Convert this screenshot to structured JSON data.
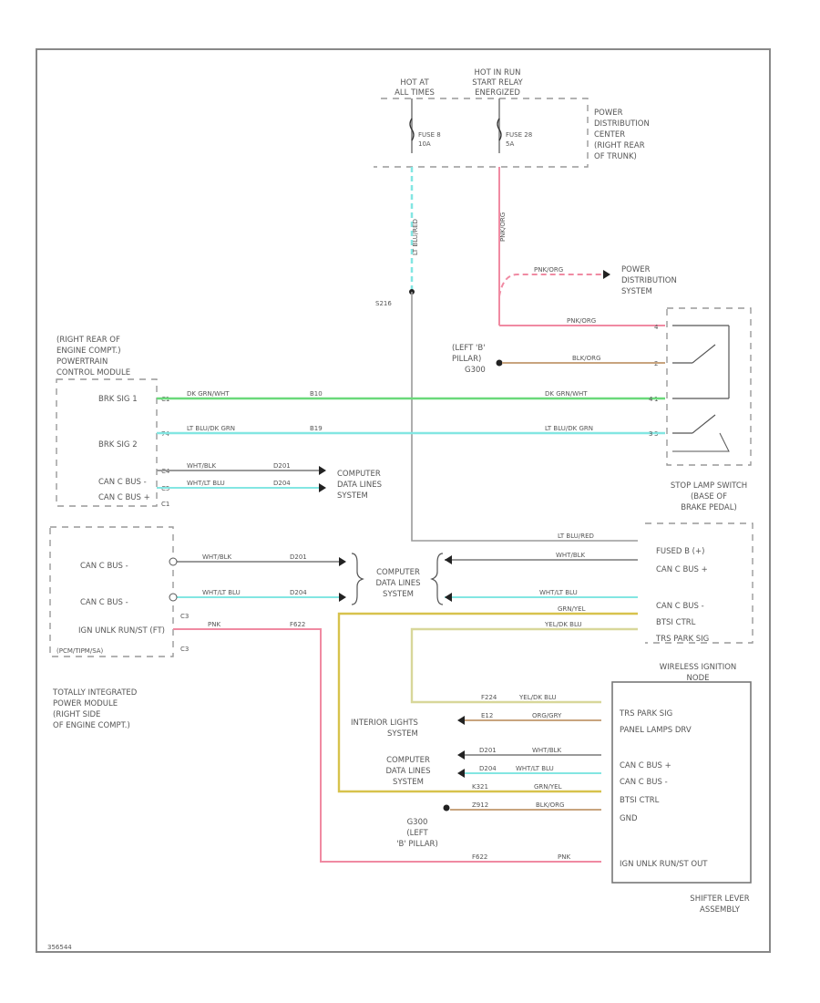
{
  "code": "356544",
  "top": {
    "hot_at_all_times": [
      "HOT AT",
      "ALL TIMES"
    ],
    "hot_in_run": [
      "HOT IN RUN",
      "START RELAY",
      "ENERGIZED"
    ],
    "fuse_a": [
      "FUSE 8",
      "10A"
    ],
    "fuse_b": [
      "FUSE 28",
      "5A"
    ],
    "pdc_label": [
      "POWER",
      "DISTRIBUTION",
      "CENTER",
      "(RIGHT REAR",
      "OF TRUNK)"
    ],
    "pds_label": [
      "POWER",
      "DISTRIBUTION",
      "SYSTEM"
    ],
    "splice": "S216",
    "wire_lt_blu": "LT BLU/RED",
    "wire_pnk_org_v": "PNK/ORG",
    "wire_pnk_org_branch": "PNK/ORG",
    "wire_pnk_org_h": "PNK/ORG"
  },
  "pcm": {
    "title": [
      "(RIGHT REAR OF",
      "ENGINE COMPT.)",
      "POWERTRAIN",
      "CONTROL MODULE"
    ],
    "pins": [
      {
        "label": "BRK SIG 1",
        "pin": "C1",
        "wire": "DK GRN/WHT",
        "code": "B10",
        "right_wire": "DK GRN/WHT",
        "sw_pin": "4"
      },
      {
        "label": "BRK SIG 2",
        "pin": "74",
        "wire": "LT BLU/DK GRN",
        "code": "B19",
        "right_wire": "LT BLU/DK GRN",
        "sw_pin": "3"
      },
      {
        "label": "CAN C BUS -",
        "pin": "C4",
        "wire": "WHT/BLK",
        "code": "D201"
      },
      {
        "label": "CAN C BUS +",
        "pin": "C5",
        "wire": "WHT/LT BLU",
        "code": "D204"
      }
    ],
    "conn_c1": "C1",
    "cds_label": [
      "COMPUTER",
      "DATA LINES",
      "SYSTEM"
    ]
  },
  "stop_lamp": {
    "ground_label": [
      "(LEFT 'B'",
      "PILLAR)",
      "G300"
    ],
    "ground_wire": "BLK/ORG",
    "title": [
      "STOP LAMP SWITCH",
      "(BASE OF",
      "BRAKE PEDAL)"
    ],
    "pins": [
      "4",
      "2",
      "1",
      "3"
    ]
  },
  "tipm": {
    "pins": [
      {
        "label": "CAN C BUS -",
        "pin": "C3",
        "wire": "WHT/BLK",
        "code": "D201"
      },
      {
        "label": "CAN C BUS -",
        "pin": "C3",
        "wire": "WHT/LT BLU",
        "code": "D204"
      },
      {
        "label": "IGN UNLK RUN/ST (FT)",
        "pin": "C3",
        "wire": "PNK",
        "code": "F622"
      }
    ],
    "conn": [
      "C3",
      "C3"
    ],
    "brand": "(PCM/TIPM/SA)",
    "title": [
      "TOTALLY INTEGRATED",
      "POWER MODULE",
      "(RIGHT SIDE",
      "OF ENGINE COMPT.)"
    ],
    "cds_label": [
      "COMPUTER",
      "DATA LINES",
      "SYSTEM"
    ]
  },
  "win": {
    "pins": [
      {
        "label": "FUSED B (+)",
        "wire": "LT BLU/RED"
      },
      {
        "label": "CAN C BUS +",
        "wire": "WHT/BLK"
      },
      {
        "label": "CAN C BUS -",
        "wire": "WHT/LT BLU"
      },
      {
        "label": "BTSI CTRL",
        "wire": "GRN/YEL"
      },
      {
        "label": "TRS PARK SIG",
        "wire": "YEL/DK BLU"
      }
    ],
    "title": [
      "WIRELESS IGNITION",
      "NODE"
    ]
  },
  "shifter": {
    "pins": [
      {
        "label": "TRS PARK SIG",
        "wire": "YEL/DK BLU",
        "code": "F224",
        "from": ""
      },
      {
        "label": "PANEL LAMPS DRV",
        "wire": "ORG/GRY",
        "code": "E12",
        "from": "INTERIOR LIGHTS SYSTEM"
      },
      {
        "label": "CAN C BUS +",
        "wire": "WHT/BLK",
        "code": "D201",
        "from": ""
      },
      {
        "label": "CAN C BUS -",
        "wire": "WHT/LT BLU",
        "code": "D204",
        "from": ""
      },
      {
        "label": "BTSI CTRL",
        "wire": "GRN/YEL",
        "code": "K321",
        "from": ""
      },
      {
        "label": "GND",
        "wire": "BLK/ORG",
        "code": "Z912",
        "from": ""
      },
      {
        "label": "IGN UNLK RUN/ST OUT",
        "wire": "PNK",
        "code": "F622",
        "from": ""
      }
    ],
    "interior_label": [
      "INTERIOR LIGHTS",
      "SYSTEM"
    ],
    "cds_label": [
      "COMPUTER",
      "DATA LINES",
      "SYSTEM"
    ],
    "ground_label": [
      "G300",
      "(LEFT",
      "'B' PILLAR)"
    ],
    "title": [
      "SHIFTER LEVER",
      "ASSEMBLY"
    ]
  },
  "colors": {
    "green": "#6ad97a",
    "cyan": "#83e6e2",
    "pink": "#f08aa2",
    "yellow": "#d7c24c",
    "olive": "#d8d79a",
    "tan": "#c8a47e",
    "gray": "#9a9a9a"
  }
}
